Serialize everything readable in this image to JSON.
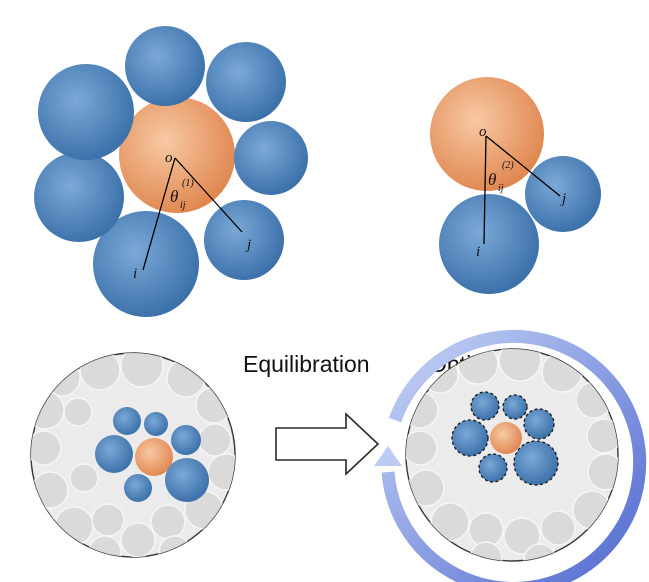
{
  "labels": {
    "center": "o",
    "left_i": "i",
    "left_j": "j",
    "right_i": "i",
    "right_j": "j",
    "theta_left_main": "θ",
    "theta_left_sub": "ij",
    "theta_left_sup": "(1)",
    "theta_right_main": "θ",
    "theta_right_sub": "ij",
    "theta_right_sup": "(2)",
    "equilibration": "Equilibration",
    "optimization": "Optimization"
  },
  "colors": {
    "blue": "#4f85bd",
    "orange": "#ec9a67",
    "grey_fill": "#ececec",
    "grey_disk": "#dcdcdc",
    "ring": "#5c79d6"
  }
}
